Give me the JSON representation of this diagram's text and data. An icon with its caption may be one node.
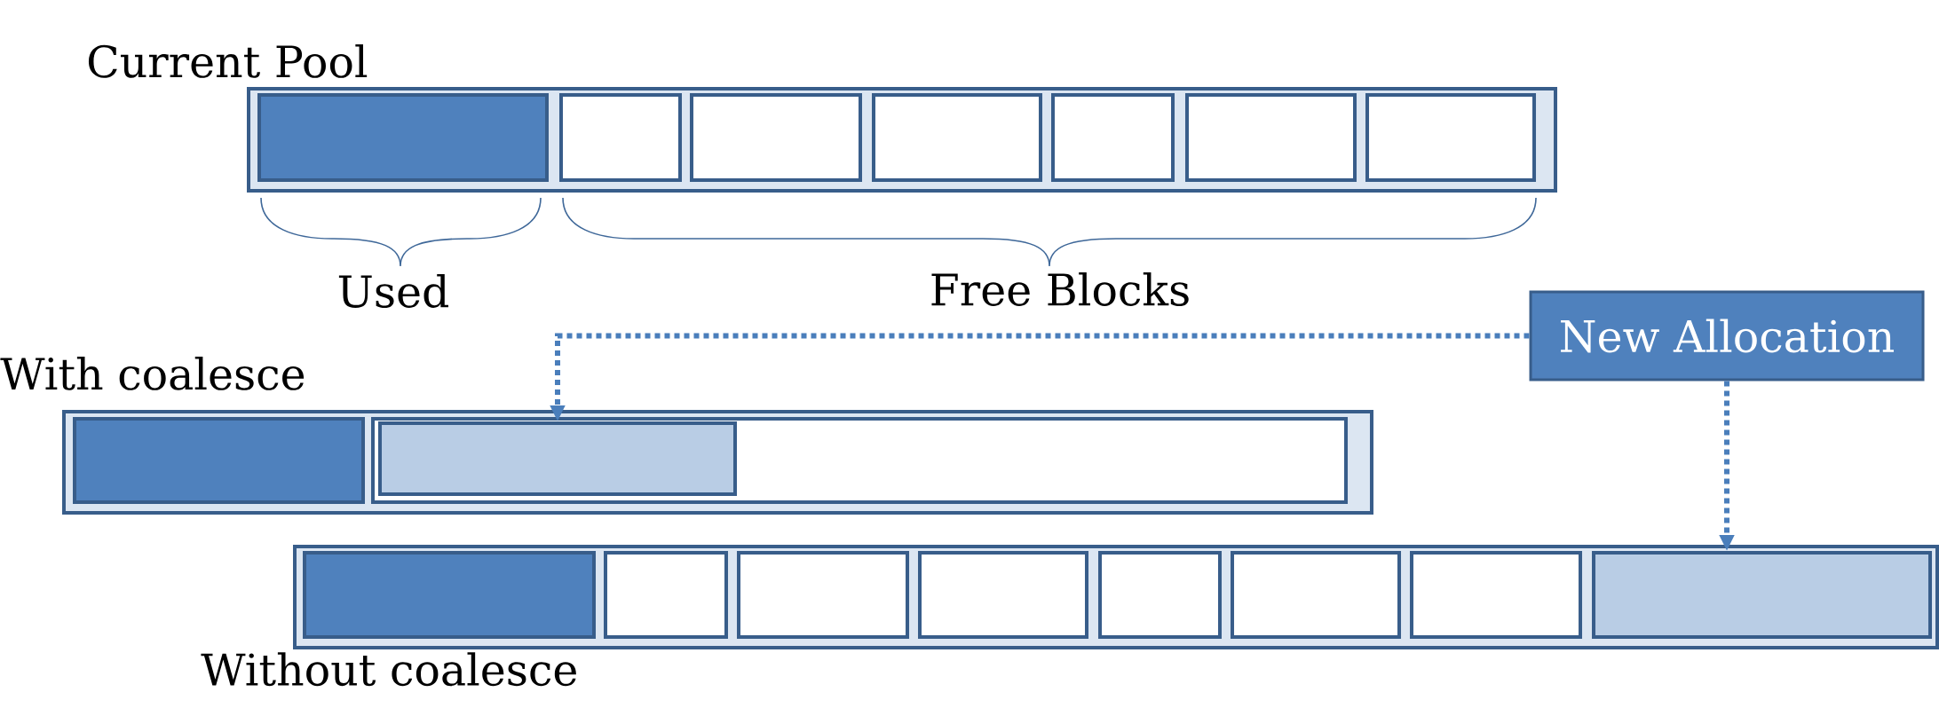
{
  "diagram": {
    "nodes": [
      {
        "text": [
          "Current Pool"
        ]
      },
      {
        "text": [],
        "shape": "box",
        "in": 0
      },
      {
        "text": [],
        "shape": "box",
        "in": 0
      },
      {
        "text": [],
        "shape": "box",
        "in": 0
      },
      {
        "text": [],
        "shape": "box",
        "in": 0
      },
      {
        "text": [],
        "shape": "box",
        "in": 0
      },
      {
        "text": [],
        "shape": "box",
        "in": 0
      },
      {
        "text": [],
        "shape": "box",
        "in": 0
      },
      {
        "text": [
          "New Allocation"
        ]
      },
      {
        "text": [
          "With coalesce"
        ]
      },
      {
        "text": [],
        "shape": "box",
        "in": 9
      },
      {
        "text": [],
        "shape": "box",
        "in": 9
      },
      {
        "text": [],
        "shape": "box",
        "in": 11
      },
      {
        "text": [
          "Without coalesce"
        ]
      },
      {
        "text": [],
        "shape": "box",
        "in": 13
      },
      {
        "text": [],
        "shape": "box",
        "in": 13
      },
      {
        "text": [],
        "shape": "box",
        "in": 13
      },
      {
        "text": [],
        "shape": "box",
        "in": 13
      },
      {
        "text": [],
        "shape": "box",
        "in": 13
      },
      {
        "text": [],
        "shape": "box",
        "in": 13
      },
      {
        "text": [],
        "shape": "box",
        "in": 13
      },
      {
        "text": [],
        "shape": "box",
        "in": 13
      }
    ],
    "edges": [
      {
        "from": 8,
        "to": 12,
        "arrow": "to",
        "style": "dashed"
      },
      {
        "from": 8,
        "to": 21,
        "arrow": "to",
        "style": "dashed"
      }
    ],
    "labels": [
      "Used",
      "Free Blocks"
    ]
  }
}
